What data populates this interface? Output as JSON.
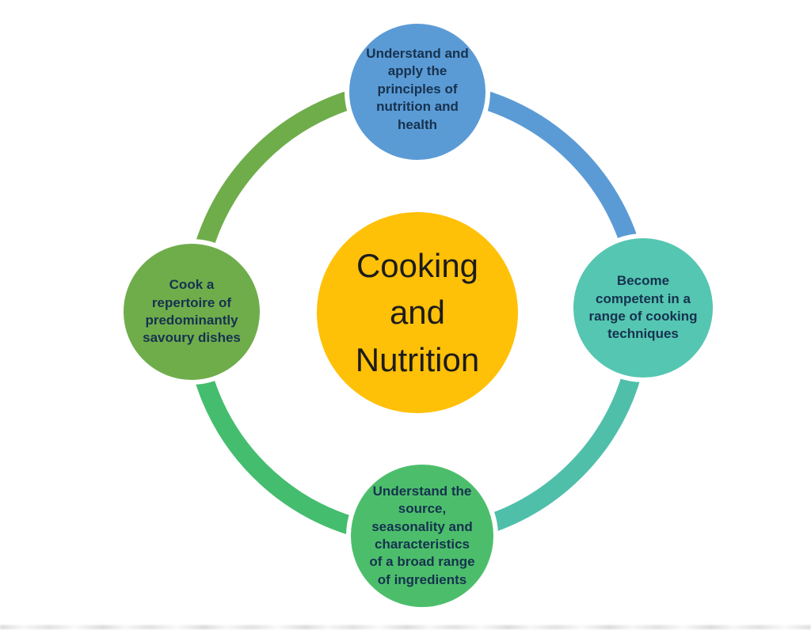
{
  "diagram": {
    "title": "Cooking and Nutrition cycle diagram",
    "label_color": "#16324F",
    "center": {
      "label": "Cooking\nand\nNutrition",
      "color": "#FFC008",
      "text_color": "#1c1c1c"
    },
    "nodes": [
      {
        "id": "top",
        "label": "Understand and\napply the\nprinciples of\nnutrition and\nhealth",
        "color": "#5B9BD5"
      },
      {
        "id": "right",
        "label": "Become\ncompetent in a\nrange of cooking\ntechniques",
        "color": "#55C6B1"
      },
      {
        "id": "bottom",
        "label": "Understand the\nsource,\nseasonality and\ncharacteristics\nof a broad range\nof ingredients",
        "color": "#4CBE6B"
      },
      {
        "id": "left",
        "label": "Cook a\nrepertoire of\npredominantly\nsavoury dishes",
        "color": "#6FAD4B"
      }
    ],
    "arcs": [
      {
        "from": "left",
        "to": "top",
        "color": "#6FAD4B"
      },
      {
        "from": "top",
        "to": "right",
        "color": "#5B9BD5"
      },
      {
        "from": "right",
        "to": "bottom",
        "color": "#4FBFAA"
      },
      {
        "from": "bottom",
        "to": "left",
        "color": "#45BD6E"
      }
    ]
  }
}
